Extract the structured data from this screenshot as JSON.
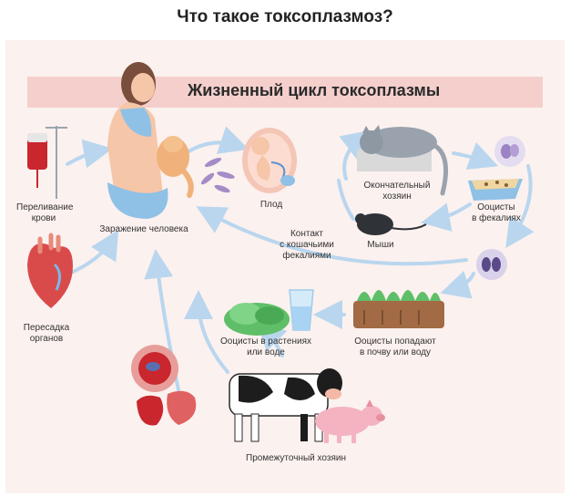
{
  "page_title": "Что такое токсоплазмоз?",
  "banner_title": "Жизненный цикл токсоплазмы",
  "labels": {
    "transfusion": "Переливание\nкрови",
    "transplant": "Пересадка\nорганов",
    "human_infection": "Заражение человека",
    "fetus": "Плод",
    "definitive_host": "Окончательный\nхозяин",
    "oocysts_feces": "Ооцисты\nв фекалиях",
    "mice": "Мыши",
    "cat_contact": "Контакт\nс кошачьими\nфекалиями",
    "oocysts_plants": "Ооцисты в растениях\nили воде",
    "oocysts_soil": "Ооцисты попадают\nв почву или воду",
    "intermediate_host": "Промежуточный хозяин"
  },
  "colors": {
    "arrow": "#b9d6ee",
    "banner": "#f4cfcb",
    "panel": "#fbf1ef",
    "skin": "#f6c6a8",
    "top_blue": "#8fc1e6",
    "blood": "#c9262e",
    "plant_green": "#5fbf68"
  },
  "icons": [
    "iv-drip-icon",
    "heart-icon",
    "pregnant-woman-icon",
    "cat-in-arms-icon",
    "parasite-icon",
    "fetus-icon",
    "sleeping-cat-icon",
    "oocyst-icon",
    "litter-box-icon",
    "mouse-icon",
    "soil-plants-icon",
    "lettuce-icon",
    "water-glass-icon",
    "meat-icon",
    "cow-icon",
    "pig-icon"
  ]
}
